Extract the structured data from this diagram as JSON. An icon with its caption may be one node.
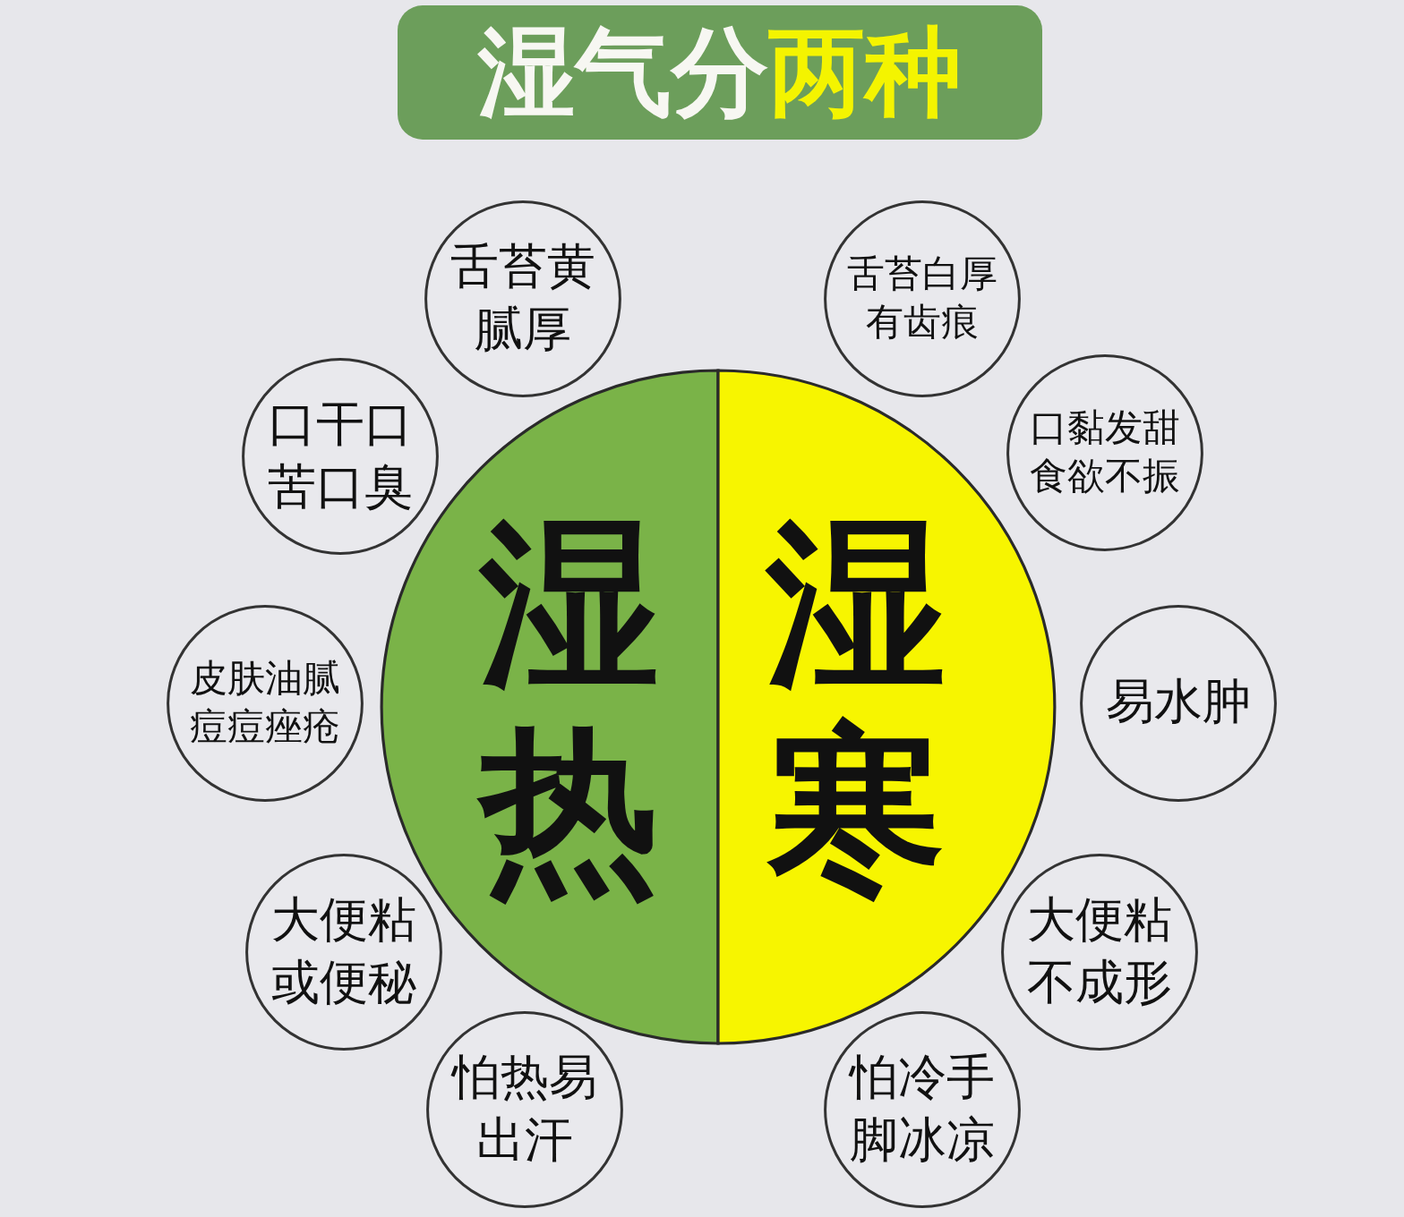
{
  "diagram": {
    "title": "湿气分**两种**",
    "nodes": [
      {
        "text": [
          "湿热"
        ]
      },
      {
        "text": [
          "湿寒"
        ]
      },
      {
        "text": [
          "舌苔黄腻厚"
        ]
      },
      {
        "text": [
          "口干口苦口臭"
        ]
      },
      {
        "text": [
          "皮肤油腻痘痘痤疮"
        ]
      },
      {
        "text": [
          "大便粘或便秘"
        ]
      },
      {
        "text": [
          "怕热易出汗"
        ]
      },
      {
        "text": [
          "舌苔白厚有齿痕"
        ]
      },
      {
        "text": [
          "口黏发甜食欲不振"
        ]
      },
      {
        "text": [
          "易水肿"
        ]
      },
      {
        "text": [
          "大便粘不成形"
        ]
      },
      {
        "text": [
          "怕冷手脚冰凉"
        ]
      }
    ],
    "edges": []
  }
}
